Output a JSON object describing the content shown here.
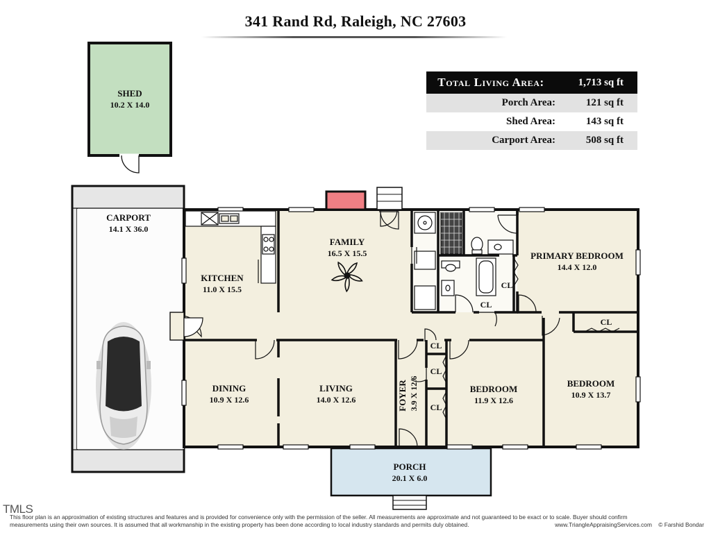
{
  "title": "341 Rand Rd, Raleigh, NC 27603",
  "areas": {
    "total_label": "Total Living Area:",
    "total_value": "1,713 sq ft",
    "porch_label": "Porch Area:",
    "porch_value": "121 sq ft",
    "shed_label": "Shed Area:",
    "shed_value": "143 sq ft",
    "carport_label": "Carport Area:",
    "carport_value": "508 sq ft"
  },
  "rooms": {
    "shed": {
      "name": "SHED",
      "dim": "10.2 X 14.0"
    },
    "carport": {
      "name": "CARPORT",
      "dim": "14.1 X 36.0"
    },
    "kitchen": {
      "name": "KITCHEN",
      "dim": "11.0 X 15.5"
    },
    "family": {
      "name": "FAMILY",
      "dim": "16.5 X 15.5"
    },
    "primary_bedroom": {
      "name": "PRIMARY BEDROOM",
      "dim": "14.4 X 12.0"
    },
    "dining": {
      "name": "DINING",
      "dim": "10.9 X 12.6"
    },
    "living": {
      "name": "LIVING",
      "dim": "14.0 X 12.6"
    },
    "foyer": {
      "name": "FOYER",
      "dim": "3.9 X 12.6"
    },
    "bedroom_2": {
      "name": "BEDROOM",
      "dim": "11.9 X 12.6"
    },
    "bedroom_3": {
      "name": "BEDROOM",
      "dim": "10.9 X 13.7"
    },
    "porch": {
      "name": "PORCH",
      "dim": "20.1 X 6.0"
    }
  },
  "closet_label": "CL",
  "colors": {
    "interior": "#f3efdf",
    "shed": "#c3dfc0",
    "porch": "#d6e6ef",
    "carport": "#e6e6e6",
    "fireplace": "#f07f84",
    "wall": "#111111"
  },
  "footer": {
    "mls": "TMLS",
    "line1": "This floor plan is an approximation of existing structures and features and is provided for convenience only with the permission of the seller.  All measurements are approximate and not guaranteed to be exact or to scale.  Buyer should confirm",
    "line2": "measurements using their own sources.  It is assumed that all workmanship in the existing property has been done according to local industry standards and permits duly obtained.",
    "credit_site": "www.TriangleAppraisingServices.com",
    "credit_author": "© Farshid Bondar"
  }
}
